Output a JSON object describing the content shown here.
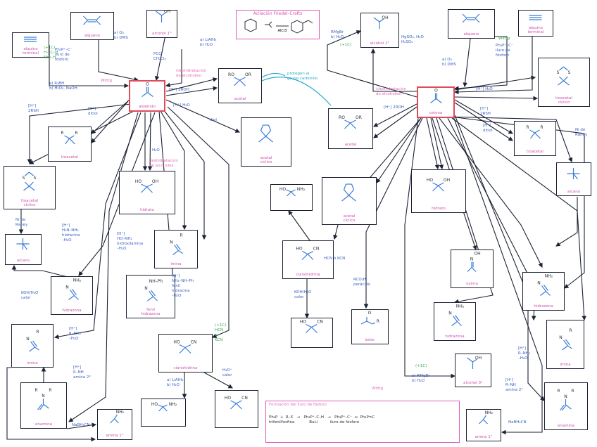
{
  "header": {
    "title": "Acilación Friedel–Crafts",
    "reagent": "AlCl3"
  },
  "colors": {
    "box": "#1d2233",
    "hub": "#e04a5a",
    "ink": "#3b5fc4",
    "pink": "#d14fb0",
    "green": "#2f8f3a",
    "cyan": "#27a9c9",
    "bond": "#3b7dd8"
  },
  "boxes": {
    "alquino_l": "alquino\nterminal",
    "alqueno_l": "alqueno",
    "alcohol_1": "alcohol 1°",
    "aldehido": "aldehido",
    "acetal_l": "acetal",
    "acetal_ciclico_l": "acetal\ncíclico",
    "tioacetal_l": "tioacetal",
    "tioacetal_ciclico_l": "tioacetal\ncíclico",
    "hidrato_l": "hidrato",
    "alcano_l": "alcano",
    "imina_l": "imina",
    "fenil_hidrazona": "fenil\nhidrazona",
    "hidrazona_l": "hidrazona",
    "imina_bottom_l": "imina",
    "enamina_l": "enamina",
    "amina_1_l": "amina 1°",
    "cianohidrina_l": "cianohidrina",
    "amina_sm": "",
    "hidroxiacido_l": "",
    "alcohol_2": "alcohol 2°",
    "cetona": "cetona",
    "alqueno_r": "alqueno",
    "alquino_r": "alquino\nterminal",
    "tioacetal_ciclico_r": "tioacetal\ncíclico",
    "acetal_r": "acetal",
    "tioacetal_r": "tioacetal",
    "aminoalcohol": "",
    "acetal_ciclico_r": "acetal\ncíclico",
    "hidrato_r": "hidrato",
    "alcano_r": "alcano",
    "cianohidrina_r": "cianohidrina",
    "oxima_r": "oxima",
    "hidroxiacido_r": "",
    "ester": "éster",
    "hidrazona_r": "hidrazona",
    "fenilhidrazona_r": "hidrazona",
    "alcohol_3": "alcohol 3°",
    "imina_r": "imina",
    "enamina_r": "enamina",
    "amina_1_r": "amina 1°"
  },
  "atoms": {
    "OH": "OH",
    "O": "O",
    "RO": "RO",
    "OR": "OR",
    "R": "R",
    "H": "H",
    "S": "S",
    "HO": "HO",
    "CN": "CN",
    "NH2": "NH₂",
    "N": "N",
    "NH": "NH",
    "NHPh": "NH–Ph"
  },
  "notes": {
    "n_o3": "a) O₃\nb) DMS",
    "n_hgso4": "(+1C)\nH––C–H\nNH₂–H",
    "n_ylide": "Ph₃P⁺–C⁻\niluro de\nfósforo",
    "n_wittig": "Wittig",
    "n_r2bh": "a) R₂BH\nb) H₂O₂, NaOH",
    "n_pcc": "PCC\nCH₂Cl₂",
    "n_lialh": "a) LiAlH₄\nb) H₂O",
    "n_protect": "(deshidratación\nde alcoholes)",
    "n_h2roh": "[H⁺] 2ROH",
    "n_h_h2o": "[H⁺] H₂O",
    "n_diol": "diol",
    "n_protectBlue": "protegen al\ngrupo carbonilo",
    "n_2rsh": "[H⁺]\n2RSH",
    "n_ditiol": "[H⁺]\nditiol",
    "n_deshid": "deshidratación\nde alcoholes",
    "n_h2o": "H₂O",
    "n_raney": "Ni de\nRaney",
    "n_hid": "[H⁺]\nH₂N–NH₂\nhidracina\n–H₂O",
    "n_nh2oh": "[H⁺]\nHO–NH₂\nhidroxilamina\n–H₂O",
    "n_phnh": "[H⁺]\nNH₂–NH–Ph\nfenil\nhidracina\n–H₂O",
    "n_koh": "KOH/H₂O\ncalor",
    "n_rnh2": "[H⁺]\nR–NH₂\n–H₂O",
    "n_amina2": "[H⁺]\nR–NH\namina 2°",
    "n_nabh": "NaBH₃CN",
    "n_hcn": "(+1C)\nHCN\nó\nKCN",
    "n_lialh2": "a) LiAlH₄\nb) H₂O",
    "n_h3o": "H₃O⁺\ncalor",
    "n_grignard": "RMgBr\nb) H₂O",
    "n_plus1c": "(+1C)",
    "n_rcooh": "RCO₃H\nperácido",
    "n_ylide_r": "Ph₃P⁺–C⁻\niluro de\nfósforo",
    "n_wittig_r": "Wittig",
    "n_hgso4_r": "HgSO₄, H₂O\nH₂SO₄",
    "n_o3_r": "a) O₃\nb) DMS",
    "n_h2roh_r": "[H⁺] 2ROH",
    "n_desh_r": "(deshidratación\nde alcoholes)",
    "n_h_h2o_r": "[H⁺] H₂O",
    "n_2rsh_r": "[H⁺]\n2RSH",
    "n_ditiol_r": "[H⁺]\nditiol",
    "n_raney_r": "Ni de\nRaney",
    "n_hcn_r": "HCN ó KCN",
    "n_koh_r": "KOH/H₂O\ncalor",
    "n_rmgbr_r": "a) RMgBr\nb) H₂O",
    "n_plus1c_r": "(+1C)",
    "n_rnh2_r": "[H⁺]\nR–NH₂\n–H₂O",
    "n_amina2_r": "[H⁺]\nR–NH\namina 2°",
    "n_nabh_r": "NaBH₃CN",
    "n_dein": "Wittig",
    "n_iluro": "Formación del iluro de fósforo",
    "n_iluro_steps": "Ph₃P  +  R–X   →   Ph₃P⁺–C–H   →   Ph₃P⁺–C⁻  ↔  Ph₃P=C\ntrifenilfosfina            BuLi          iluro de fósforo"
  }
}
